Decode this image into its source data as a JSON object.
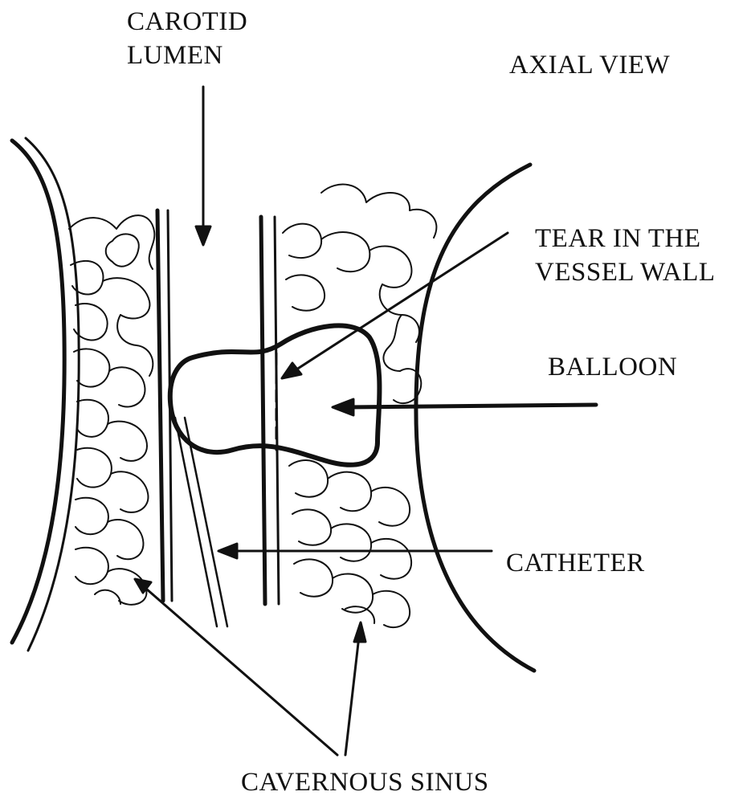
{
  "labels": {
    "carotid_lumen_line1": "CAROTID",
    "carotid_lumen_line2": "LUMEN",
    "axial_view": "AXIAL VIEW",
    "tear_line1": "TEAR IN THE",
    "tear_line2": "VESSEL WALL",
    "balloon": "BALLOON",
    "catheter": "CATHETER",
    "cavernous_sinus": "CAVERNOUS SINUS"
  },
  "colors": {
    "ink": "#111111",
    "background": "#ffffff"
  }
}
